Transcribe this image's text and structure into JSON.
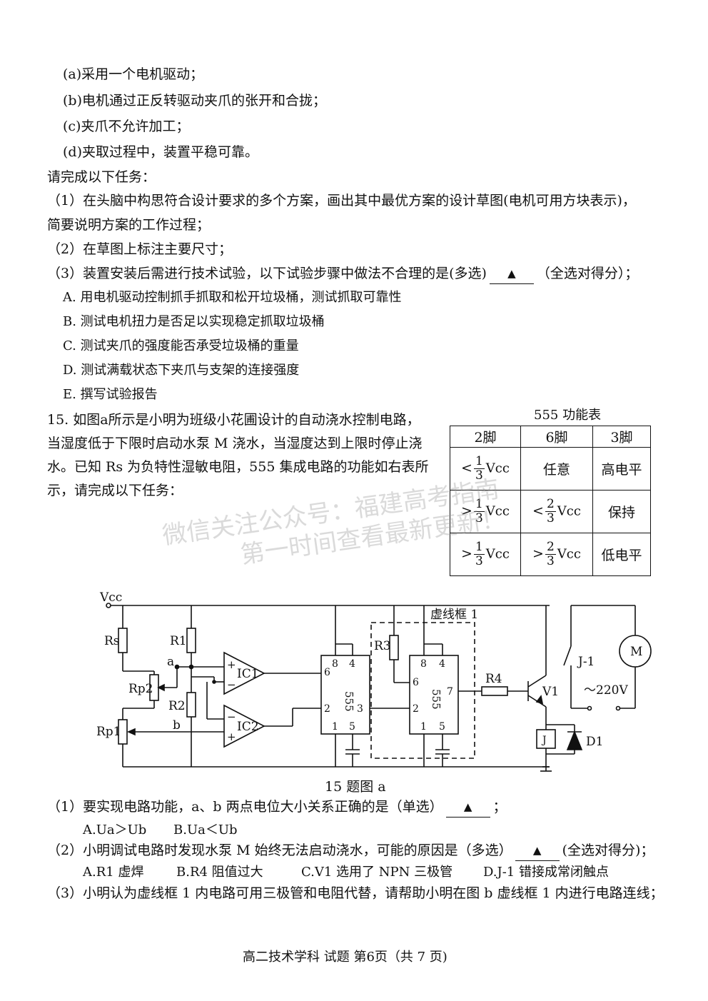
{
  "requirements": [
    "(a)采用一个电机驱动；",
    "(b)电机通过正反转驱动夹爪的张开和合拢；",
    "(c)夹爪不允许加工；",
    "(d)夹取过程中，装置平稳可靠。"
  ],
  "task_intro": "请完成以下任务：",
  "task1_line1": "（1）在头脑中构思符合设计要求的多个方案，画出其中最优方案的设计草图(电机可用方块表示)，",
  "task1_line2": "简要说明方案的工作过程；",
  "task2": "（2）在草图上标注主要尺寸；",
  "task3_pre": "（3）装置安装后需进行技术试验，以下试验步骤中做法不合理的是(多选)",
  "task3_post": "（全选对得分）；",
  "answer_mark": "▲",
  "task3_options": [
    "A. 用电机驱动控制抓手抓取和松开垃圾桶，测试抓取可靠性",
    "B. 测试电机扭力是否足以实现稳定抓取垃圾桶",
    "C. 测试夹爪的强度能否承受垃圾桶的重量",
    "D. 测试满载状态下夹爪与支架的连接强度",
    "E. 撰写试验报告"
  ],
  "q15_lines": [
    "15. 如图a所示是小明为班级小花圃设计的自动浇水控制电路，",
    "当湿度低于下限时启动水泵 M 浇水，当湿度达到上限时停止浇",
    "水。已知 Rs 为负特性湿敏电阻，555 集成电路的功能如右表所",
    "示，请完成以下任务："
  ],
  "table": {
    "title": "555 功能表",
    "headers": [
      "2脚",
      "6脚",
      "3脚"
    ],
    "lt": "<",
    "gt": ">",
    "one": "1",
    "two": "2",
    "three": "3",
    "vcc": "Vcc",
    "any": "任意",
    "high": "高电平",
    "hold": "保持",
    "low": "低电平"
  },
  "circuit": {
    "vcc": "Vcc",
    "rs": "Rs",
    "r1": "R1",
    "r2": "R2",
    "r3": "R3",
    "r4": "R4",
    "rp1": "Rp1",
    "rp2": "Rp2",
    "a": "a",
    "b": "b",
    "ic1": "IC1",
    "ic2": "IC2",
    "chip": "555",
    "p1": "1",
    "p2": "2",
    "p3": "3",
    "p5": "5",
    "p6": "6",
    "p7": "7",
    "p8": "8",
    "p4": "4",
    "plus": "+",
    "minus": "−",
    "box": "虚线框 1",
    "v1": "V1",
    "j": "J",
    "d1": "D1",
    "j1": "J-1",
    "m": "M",
    "ac": "～220V"
  },
  "figure_caption": "15 题图 a",
  "q1_pre": "（1）要实现电路功能，a、b 两点电位大小关系正确的是（单选）",
  "q1_post": "；",
  "q1_options": [
    "A.Ua＞Ub",
    "B.Ua＜Ub"
  ],
  "q2_pre": "（2）小明调试电路时发现水泵 M 始终无法启动浇水，可能的原因是（多选）",
  "q2_post": "(全选对得分)；",
  "q2_options": [
    "A.R1 虚焊",
    "B.R4 阻值过大",
    "C.V1 选用了 NPN 三极管",
    "D.J-1 错接成常闭触点"
  ],
  "q3": "（3）小明认为虚线框 1 内电路可用三极管和电阻代替，请帮助小明在图 b 虚线框 1 内进行电路连线；",
  "footer": "高二技术学科 试题 第6页（共 7 页)",
  "watermark1": "微信关注公众号：福建高考指南",
  "watermark2": "第一时间查看最新更新！"
}
